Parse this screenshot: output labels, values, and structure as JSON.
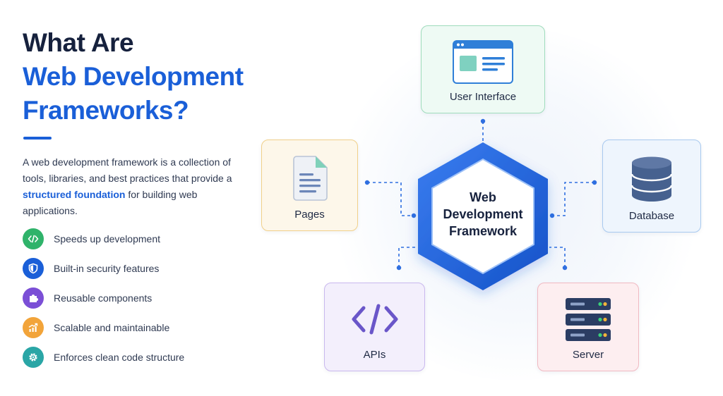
{
  "heading": {
    "line1": "What Are",
    "line2": "Web Development",
    "line3": "Frameworks?"
  },
  "description": {
    "before": "A web development framework is a collection of tools, libraries, and best practices that provide a ",
    "highlight": "structured foundation",
    "after": " for building web applications."
  },
  "features": [
    {
      "label": "Speeds up development",
      "icon": "code-icon",
      "color": "#2fb36a"
    },
    {
      "label": "Built-in security features",
      "icon": "shield-icon",
      "color": "#1a5fd8"
    },
    {
      "label": "Reusable components",
      "icon": "puzzle-icon",
      "color": "#7b4fd6"
    },
    {
      "label": "Scalable and maintainable",
      "icon": "growth-chart-icon",
      "color": "#f2a43a"
    },
    {
      "label": "Enforces clean code structure",
      "icon": "gear-icon",
      "color": "#2aa6a6"
    }
  ],
  "diagram": {
    "center": {
      "line1": "Web",
      "line2": "Development",
      "line3": "Framework"
    },
    "nodes": {
      "ui": {
        "label": "User Interface",
        "icon": "browser-window-icon"
      },
      "pages": {
        "label": "Pages",
        "icon": "document-icon"
      },
      "database": {
        "label": "Database",
        "icon": "database-icon"
      },
      "apis": {
        "label": "APIs",
        "icon": "code-brackets-icon"
      },
      "server": {
        "label": "Server",
        "icon": "server-rack-icon"
      }
    },
    "colors": {
      "hex_fill": "#1a5fd8",
      "connector": "#2f6fe0",
      "ui_accent": "#2f7fd8",
      "pages_accent": "#7fd1b9",
      "db_accent": "#46618f",
      "api_accent": "#6a56c9",
      "server_accent": "#2b3d63"
    }
  }
}
